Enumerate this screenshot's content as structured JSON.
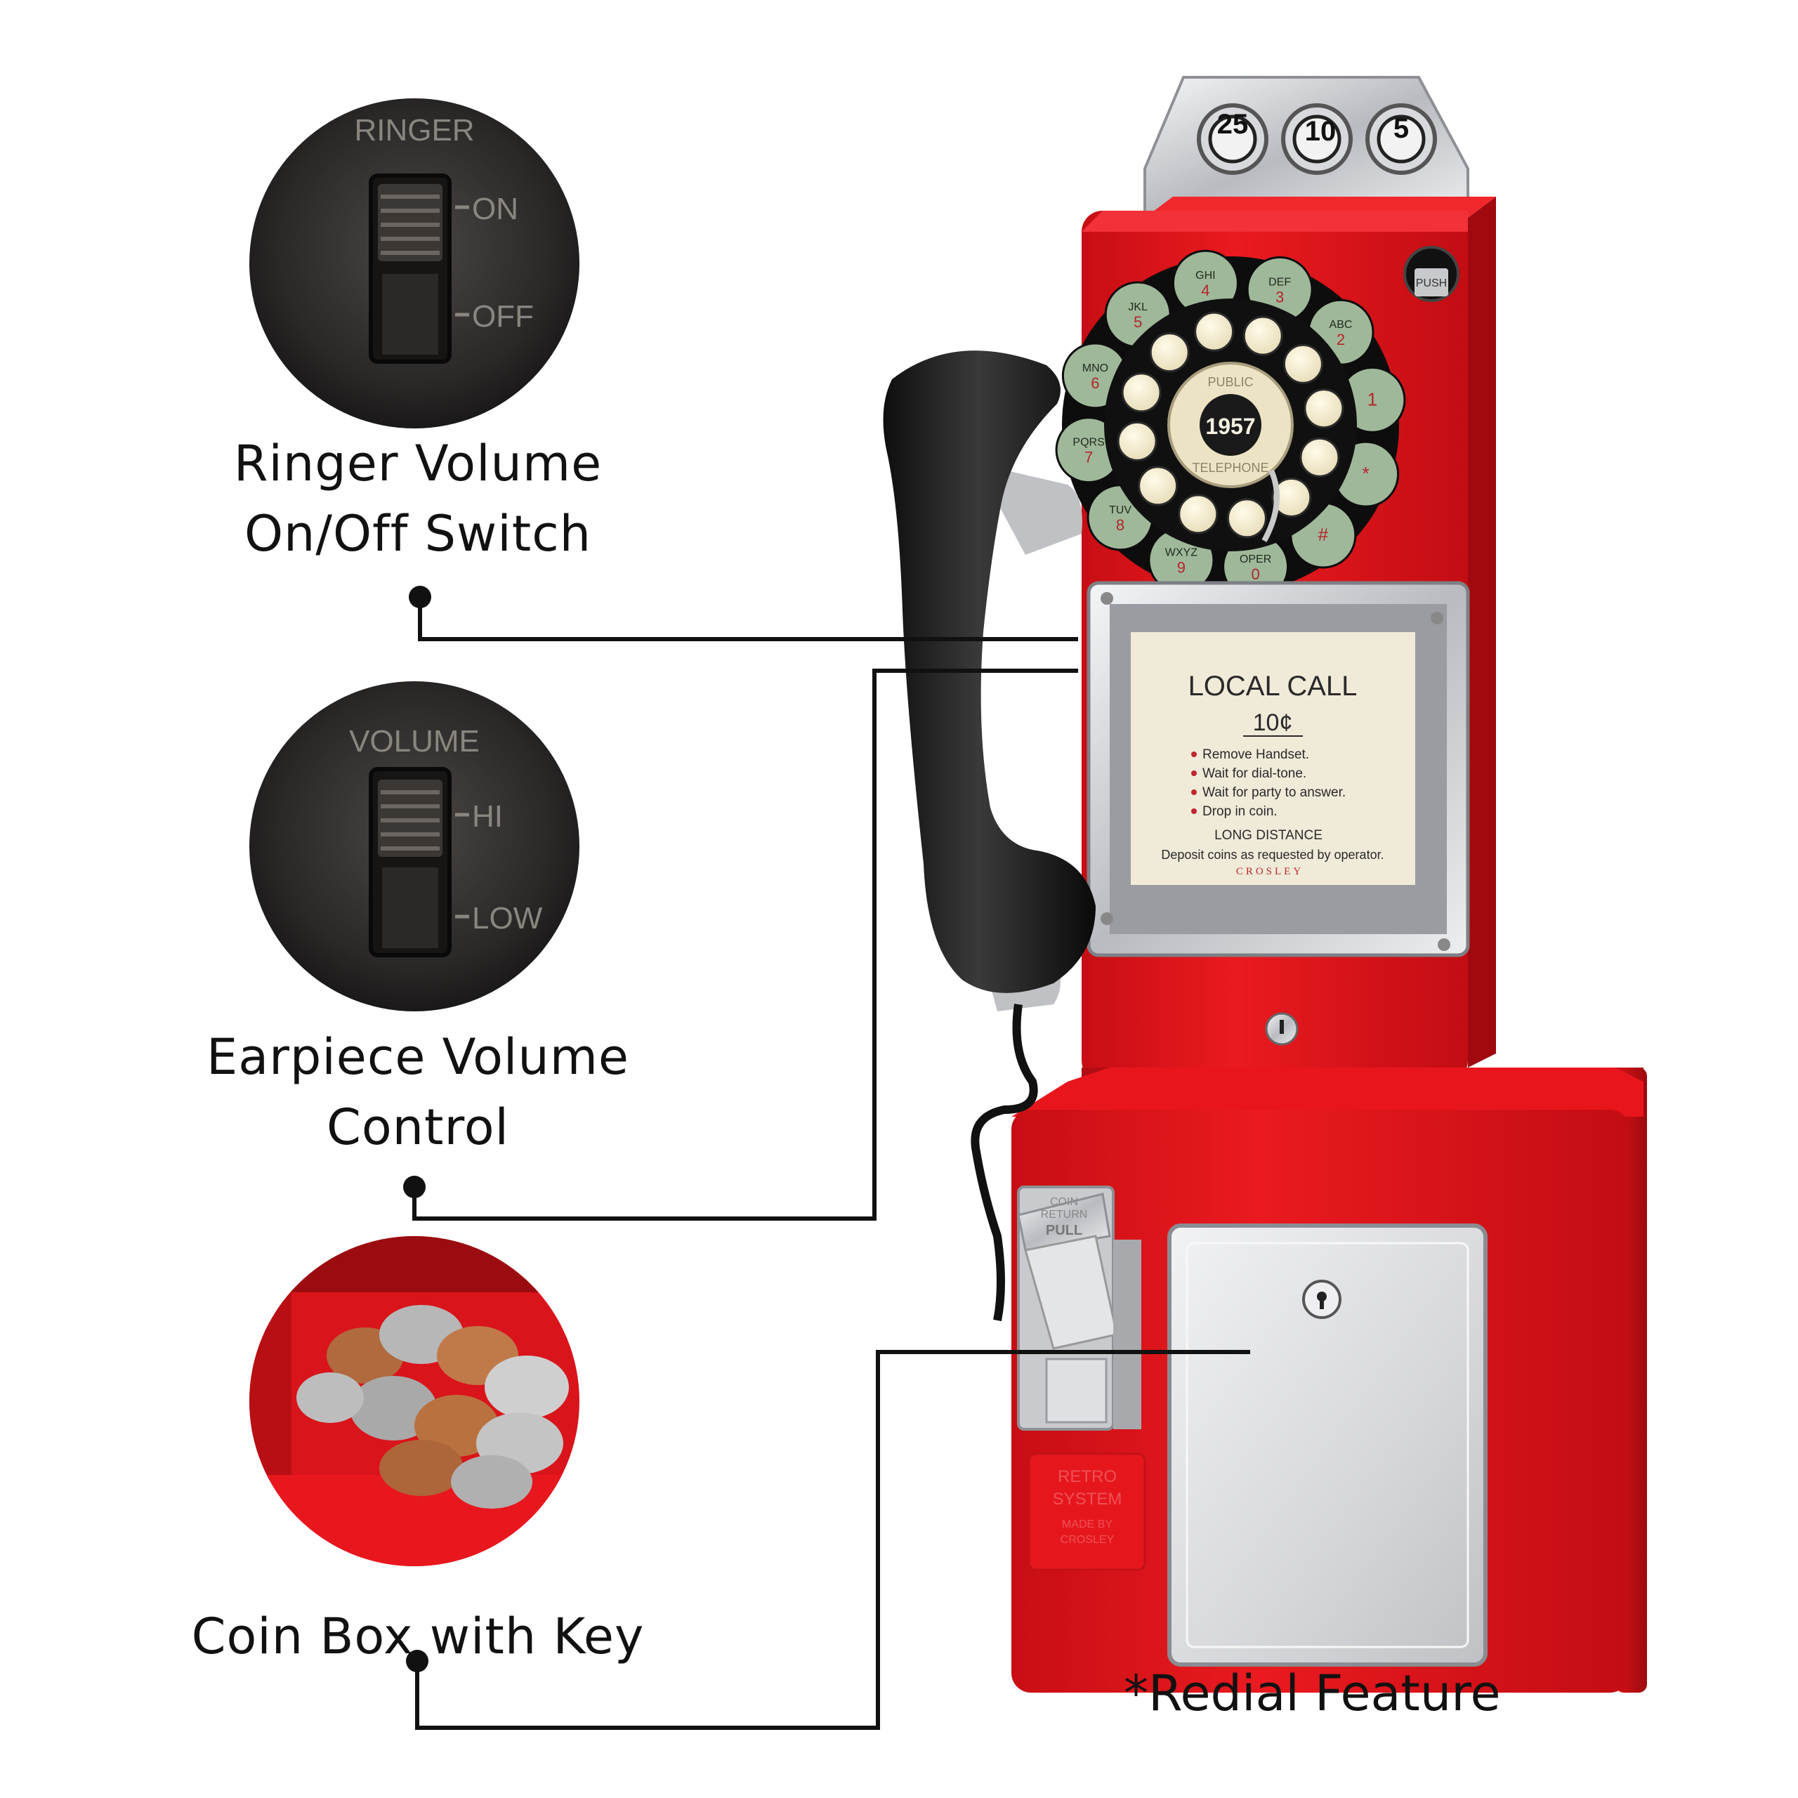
{
  "callouts": {
    "ringer": {
      "line1": "Ringer Volume",
      "line2": "On/Off Switch",
      "panel": "RINGER",
      "on": "ON",
      "off": "OFF"
    },
    "earpiece": {
      "line1": "Earpiece Volume",
      "line2": "Control",
      "panel": "VOLUME",
      "hi": "HI",
      "low": "LOW"
    },
    "coinbox": {
      "label": "Coin Box with Key"
    }
  },
  "feature_note": "*Redial Feature",
  "phone": {
    "coin_slots": [
      "25",
      "10",
      "5"
    ],
    "push_button": "PUSH",
    "dial_center_top": "PUBLIC",
    "dial_center_year": "1957",
    "dial_center_bottom": "TELEPHONE",
    "dial_petals": [
      {
        "letters": "",
        "digit": "1"
      },
      {
        "letters": "ABC",
        "digit": "2"
      },
      {
        "letters": "DEF",
        "digit": "3"
      },
      {
        "letters": "GHI",
        "digit": "4"
      },
      {
        "letters": "JKL",
        "digit": "5"
      },
      {
        "letters": "MNO",
        "digit": "6"
      },
      {
        "letters": "PQRS",
        "digit": "7"
      },
      {
        "letters": "TUV",
        "digit": "8"
      },
      {
        "letters": "WXYZ",
        "digit": "9"
      },
      {
        "letters": "OPER",
        "digit": "0"
      },
      {
        "letters": "",
        "digit": "#"
      },
      {
        "letters": "",
        "digit": "*"
      }
    ],
    "card": {
      "title": "LOCAL CALL",
      "price": "10¢",
      "steps": [
        "Remove Handset.",
        "Wait for dial-tone.",
        "Wait for party to answer.",
        "Drop in coin."
      ],
      "long_distance": "LONG DISTANCE",
      "deposit_note": "Deposit coins as requested by operator.",
      "brand": "CROSLEY"
    },
    "coin_return": [
      "COIN",
      "RETURN",
      "PULL"
    ],
    "retro_plate": [
      "RETRO",
      "SYSTEM",
      "MADE BY",
      "CROSLEY"
    ]
  },
  "colors": {
    "phone_red": "#e0141b",
    "phone_red_dark": "#b00d12",
    "chrome": "#d9dadd",
    "dial_green": "#9fb89a",
    "line": "#111111"
  }
}
